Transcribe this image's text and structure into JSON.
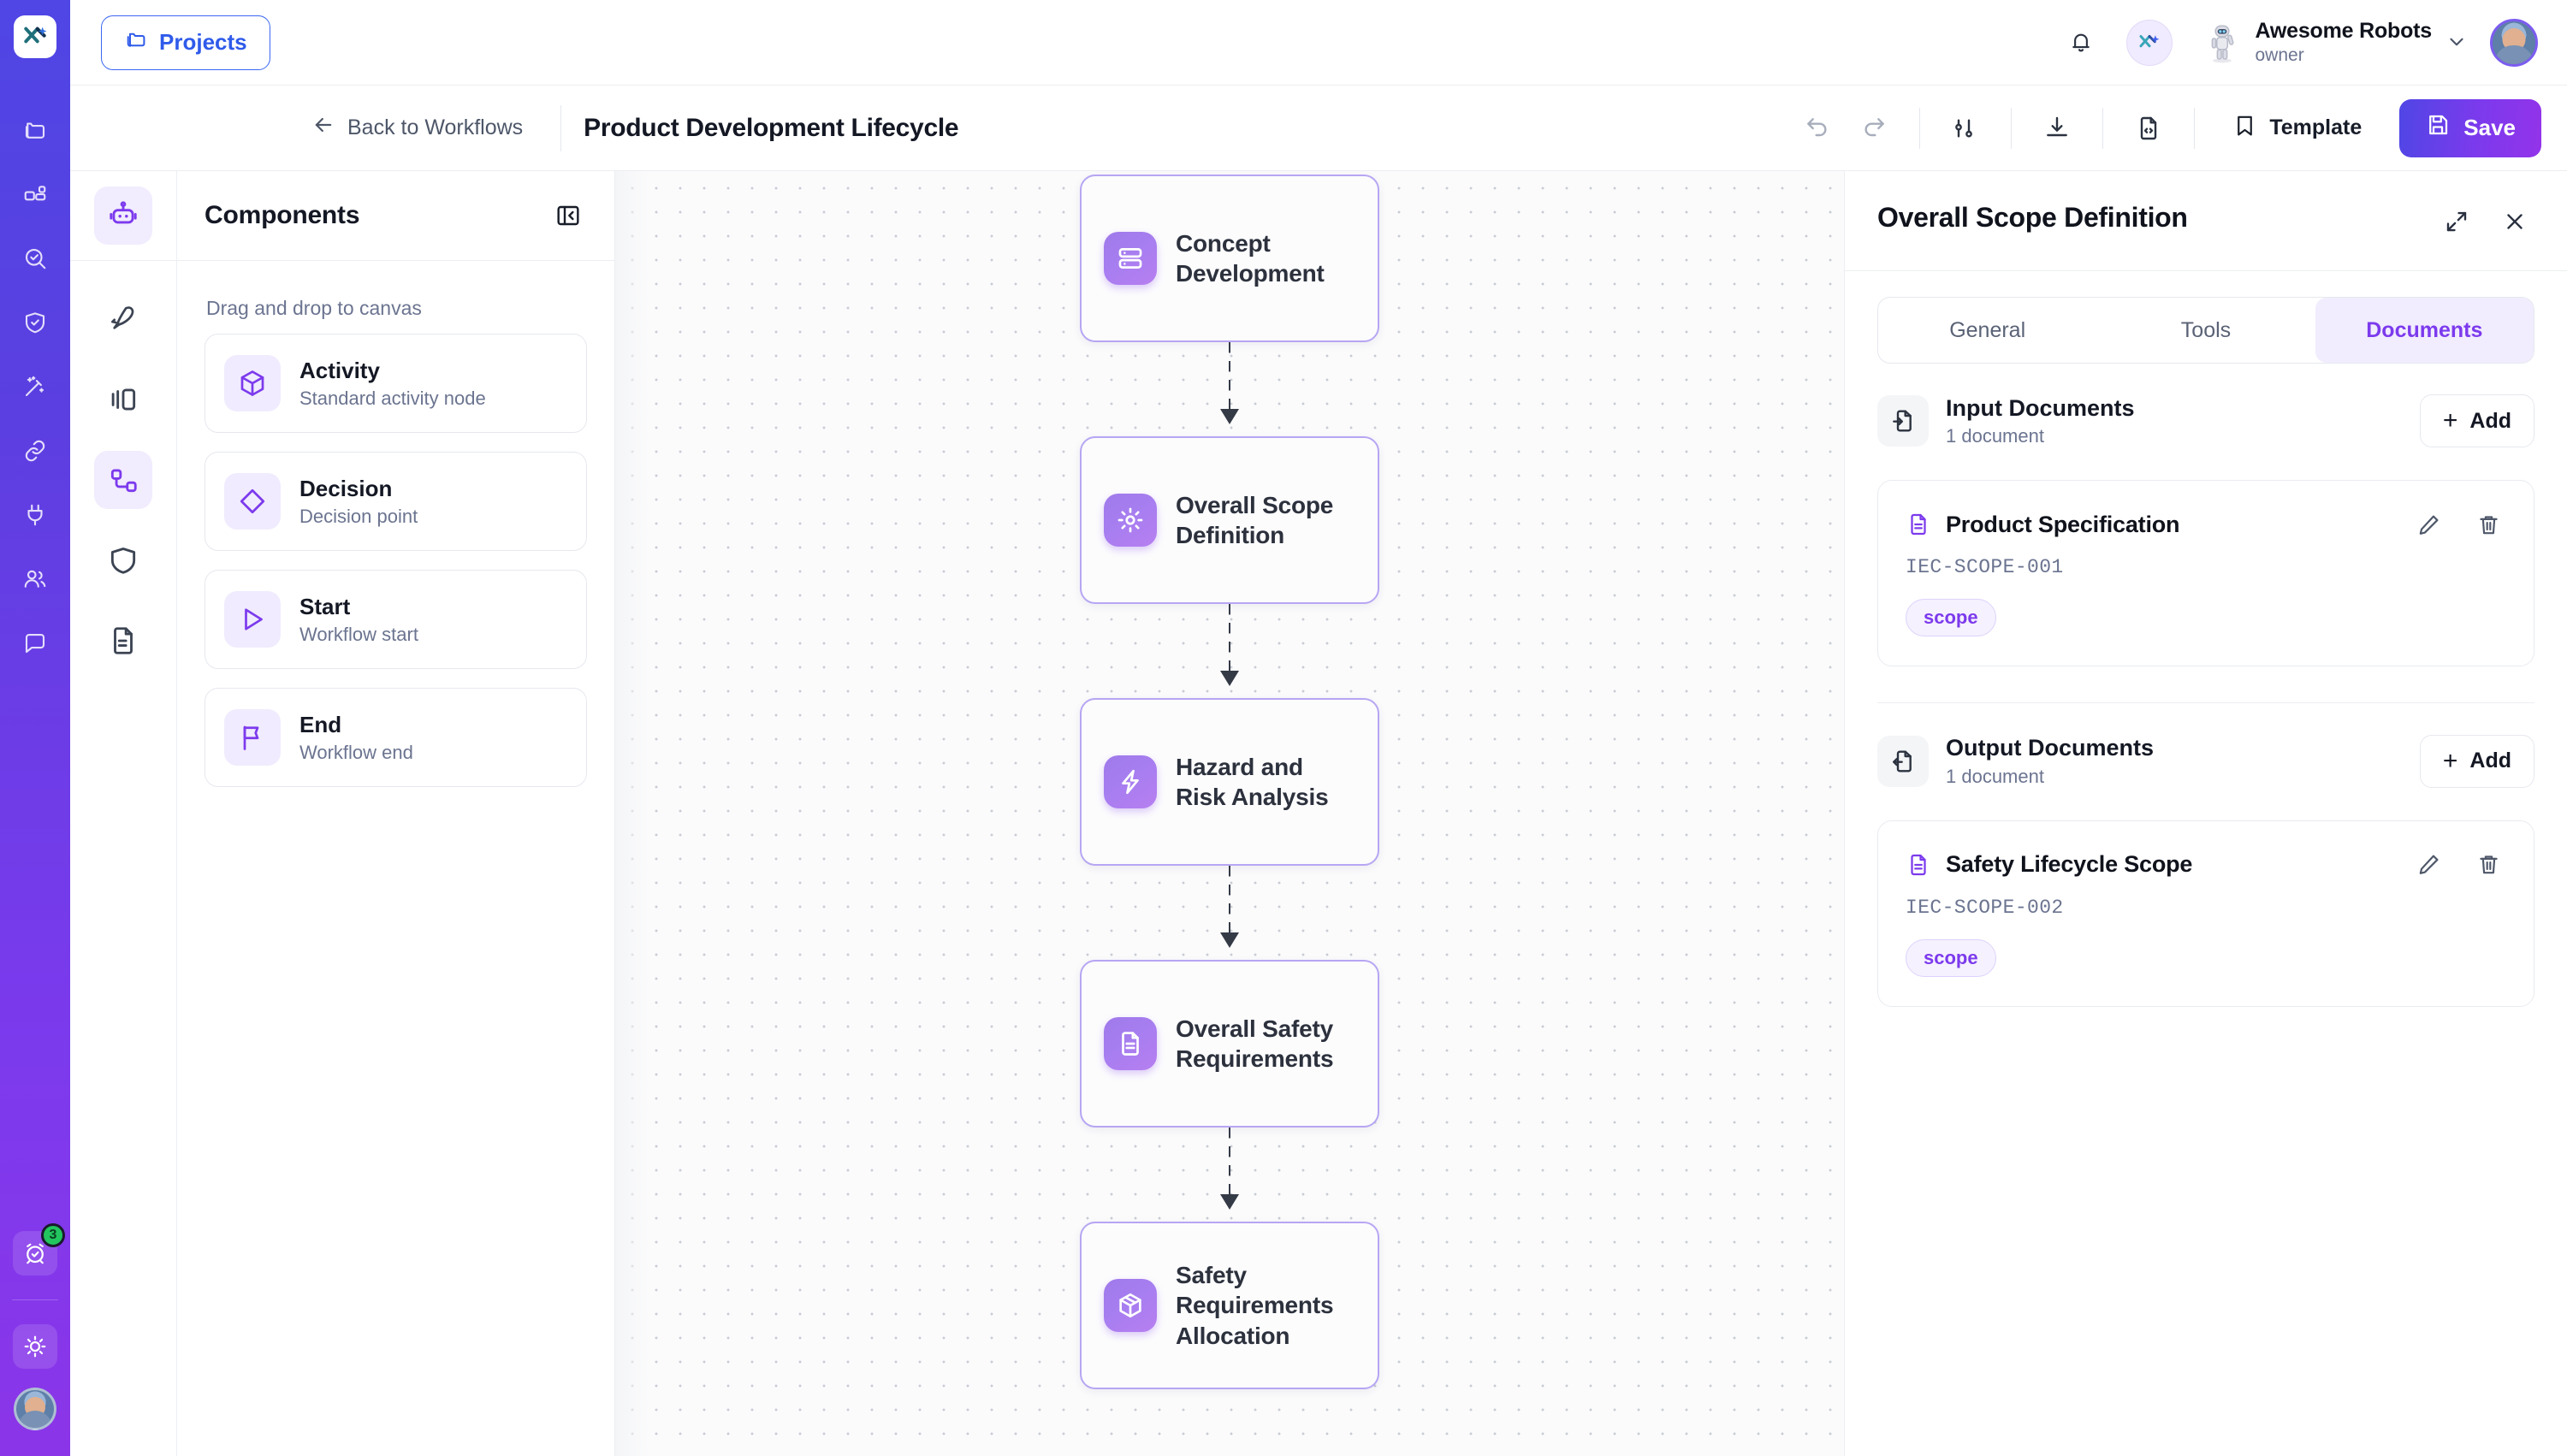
{
  "brand": {
    "accent": "#7c3aed",
    "indigo": "#4f46e5",
    "blue": "#3b66f2",
    "green": "#22c55e"
  },
  "topbar": {
    "projects_label": "Projects",
    "org_name": "Awesome Robots",
    "org_role": "owner",
    "icons": {
      "notifications": "bell-icon",
      "ai": "ai-sparkle-icon",
      "chevron": "chevron-down-icon",
      "avatar": "user-avatar"
    }
  },
  "toolbar": {
    "back_label": "Back to Workflows",
    "workflow_title": "Product Development Lifecycle",
    "template_label": "Template",
    "save_label": "Save",
    "icons": [
      "undo-icon",
      "redo-icon",
      "settings-sliders-icon",
      "download-icon",
      "code-file-icon",
      "bookmark-icon",
      "save-disk-icon"
    ]
  },
  "rail": {
    "items": [
      {
        "name": "folders-icon"
      },
      {
        "name": "dashboard-icon"
      },
      {
        "name": "search-check-icon"
      },
      {
        "name": "shield-check-icon"
      },
      {
        "name": "magic-wand-icon"
      },
      {
        "name": "link-icon"
      },
      {
        "name": "plug-icon"
      },
      {
        "name": "users-icon"
      },
      {
        "name": "chat-icon"
      }
    ],
    "bottom": {
      "alarm_badge": "3",
      "theme_icon": "sun-icon",
      "avatar": "user-avatar"
    }
  },
  "rail2": {
    "items": [
      {
        "name": "robot-icon",
        "active": true
      },
      {
        "name": "rocket-icon",
        "active": false
      },
      {
        "name": "panels-icon",
        "active": false
      },
      {
        "name": "workflow-nodes-icon",
        "active": true
      },
      {
        "name": "shield-icon",
        "active": false
      },
      {
        "name": "document-icon",
        "active": false
      }
    ]
  },
  "components": {
    "title": "Components",
    "collapse_icon": "panel-collapse-icon",
    "hint": "Drag and drop to canvas",
    "items": [
      {
        "name": "Activity",
        "desc": "Standard activity node",
        "icon": "cube-icon"
      },
      {
        "name": "Decision",
        "desc": "Decision point",
        "icon": "diamond-icon"
      },
      {
        "name": "Start",
        "desc": "Workflow start",
        "icon": "play-icon"
      },
      {
        "name": "End",
        "desc": "Workflow end",
        "icon": "flag-icon"
      }
    ]
  },
  "canvas": {
    "nodes": [
      {
        "label": "Concept Development",
        "icon": "server-icon"
      },
      {
        "label": "Overall Scope Definition",
        "icon": "gear-icon"
      },
      {
        "label": "Hazard and Risk Analysis",
        "icon": "bolt-icon"
      },
      {
        "label": "Overall Safety Requirements",
        "icon": "document-text-icon"
      },
      {
        "label": "Safety Requirements Allocation",
        "icon": "package-icon"
      }
    ]
  },
  "detail": {
    "title": "Overall Scope Definition",
    "expand_icon": "expand-icon",
    "close_icon": "close-icon",
    "tabs": [
      {
        "label": "General",
        "active": false
      },
      {
        "label": "Tools",
        "active": false
      },
      {
        "label": "Documents",
        "active": true
      }
    ],
    "sections": [
      {
        "title": "Input Documents",
        "subtitle": "1 document",
        "icon": "file-in-icon",
        "add_label": "Add",
        "documents": [
          {
            "name": "Product Specification",
            "code": "IEC-SCOPE-001",
            "tags": [
              "scope"
            ],
            "icon": "file-text-icon"
          }
        ]
      },
      {
        "title": "Output Documents",
        "subtitle": "1 document",
        "icon": "file-out-icon",
        "add_label": "Add",
        "documents": [
          {
            "name": "Safety Lifecycle Scope",
            "code": "IEC-SCOPE-002",
            "tags": [
              "scope"
            ],
            "icon": "file-text-icon"
          }
        ]
      }
    ],
    "row_actions": {
      "edit": "pencil-icon",
      "delete": "trash-icon"
    }
  }
}
